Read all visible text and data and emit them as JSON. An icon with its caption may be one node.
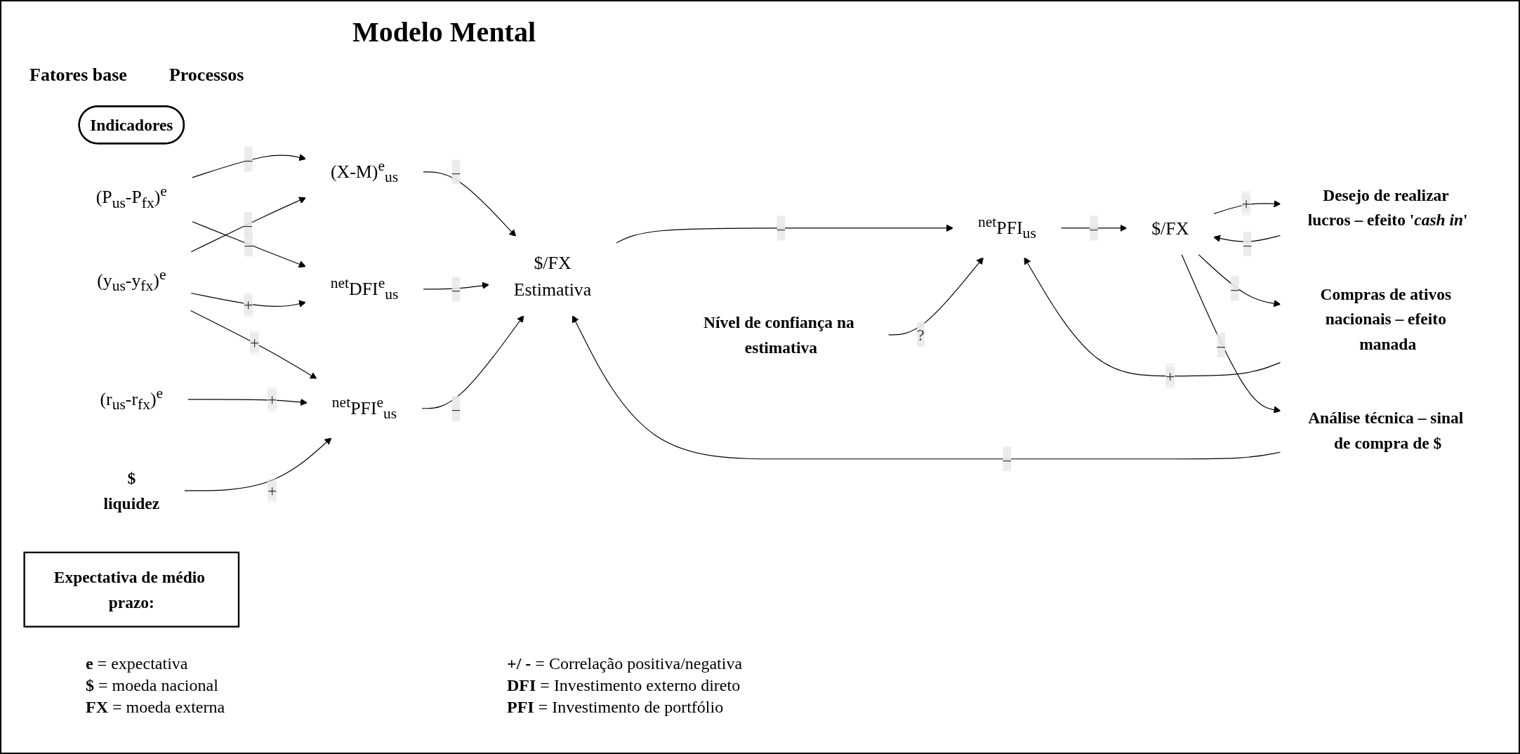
{
  "diagram": {
    "title": "Modelo Mental",
    "nodes": [
      {
        "text": [
          "Indicadores"
        ]
      },
      {
        "text": [
          "(P$_{us}$-P$_{fx}$)$^{e}$"
        ]
      },
      {
        "text": [
          "(y$_{us}$-y$_{fx}$)$^{e}$"
        ]
      },
      {
        "text": [
          "(r$_{us}$-r$_{fx}$)$^{e}$"
        ]
      },
      {
        "text": [
          "$",
          "liquidez"
        ]
      },
      {
        "text": [
          "(X-M)$^{e}$$_{us}$"
        ]
      },
      {
        "text": [
          "$^{net}$DFI$^{e}$$_{us}$"
        ]
      },
      {
        "text": [
          "$^{net}$PFI$^{e}$$_{us}$"
        ]
      },
      {
        "text": [
          "$/FX",
          "Estimativa"
        ]
      },
      {
        "text": [
          "Nível de confiança na estimativa"
        ]
      },
      {
        "text": [
          "$^{net}$PFI$_{us}$"
        ]
      },
      {
        "text": [
          "$/FX"
        ]
      },
      {
        "text": [
          "Desejo de realizar lucros – efeito '*cash in*'"
        ]
      },
      {
        "text": [
          "Compras de ativos nacionais – efeito manada"
        ]
      },
      {
        "text": [
          "Análise técnica – sinal de compra de $"
        ]
      },
      {
        "text": [
          "Expectativa de médio prazo:"
        ]
      }
    ],
    "edges": [
      {
        "from": 1,
        "to": 5,
        "arrow": "to",
        "label": "–"
      },
      {
        "from": 1,
        "to": 6,
        "arrow": "to",
        "label": "–"
      },
      {
        "from": 2,
        "to": 5,
        "arrow": "to",
        "label": "–"
      },
      {
        "from": 2,
        "to": 6,
        "arrow": "to",
        "label": "+"
      },
      {
        "from": 2,
        "to": 7,
        "arrow": "to",
        "label": "+"
      },
      {
        "from": 3,
        "to": 7,
        "arrow": "to",
        "label": "+"
      },
      {
        "from": 4,
        "to": 7,
        "arrow": "to",
        "label": "+"
      },
      {
        "from": 5,
        "to": 8,
        "arrow": "to",
        "label": "–"
      },
      {
        "from": 6,
        "to": 8,
        "arrow": "to",
        "label": "–"
      },
      {
        "from": 7,
        "to": 8,
        "arrow": "to",
        "label": "–"
      },
      {
        "from": 8,
        "to": 10,
        "arrow": "to",
        "label": "–"
      },
      {
        "from": 9,
        "to": 10,
        "arrow": "to",
        "label": "?"
      },
      {
        "from": 13,
        "to": 10,
        "arrow": "to",
        "label": "+"
      },
      {
        "from": 10,
        "to": 11,
        "arrow": "to",
        "label": "–"
      },
      {
        "from": 11,
        "to": 12,
        "arrow": "to",
        "label": "+"
      },
      {
        "from": 12,
        "to": 11,
        "arrow": "to",
        "label": "–"
      },
      {
        "from": 11,
        "to": 13,
        "arrow": "to",
        "label": "–"
      },
      {
        "from": 11,
        "to": 14,
        "arrow": "to",
        "label": "–"
      },
      {
        "from": 14,
        "to": 8,
        "arrow": "to",
        "label": "–"
      }
    ],
    "labels": [
      "Fatores base",
      "Processos",
      "**e** = expectativa",
      "**+/ -** = Correlação positiva/negativa",
      "**$** = moeda nacional",
      "**DFI** = Investimento externo direto",
      "**FX** = moeda externa",
      "**PFI** = Investimento de portfólio"
    ]
  }
}
